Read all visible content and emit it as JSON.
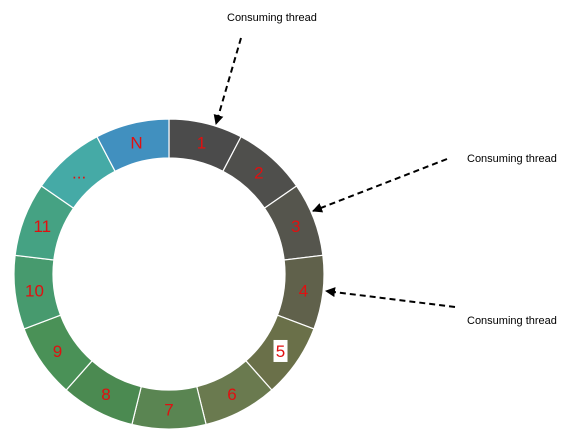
{
  "ring": {
    "segments": [
      {
        "label": "1",
        "color": "#4b4b4b"
      },
      {
        "label": "2",
        "color": "#4f4f4c"
      },
      {
        "label": "3",
        "color": "#55554d"
      },
      {
        "label": "4",
        "color": "#60614b"
      },
      {
        "label": "5",
        "color": "#6a7049",
        "highlighted": true
      },
      {
        "label": "6",
        "color": "#6a7a4f"
      },
      {
        "label": "7",
        "color": "#5a8552"
      },
      {
        "label": "8",
        "color": "#4b8a51"
      },
      {
        "label": "9",
        "color": "#4a9157"
      },
      {
        "label": "10",
        "color": "#479a6e"
      },
      {
        "label": "11",
        "color": "#45a283"
      },
      {
        "label": "...",
        "color": "#45aaa6"
      },
      {
        "label": "N",
        "color": "#4190bf"
      }
    ],
    "label_color": "#e01010",
    "divider_color": "#ffffff"
  },
  "threads": [
    {
      "label": "Consuming thread",
      "target_segment": 0
    },
    {
      "label": "Consuming thread",
      "target_segment": 2
    },
    {
      "label": "Consuming thread",
      "target_segment": 3
    }
  ]
}
